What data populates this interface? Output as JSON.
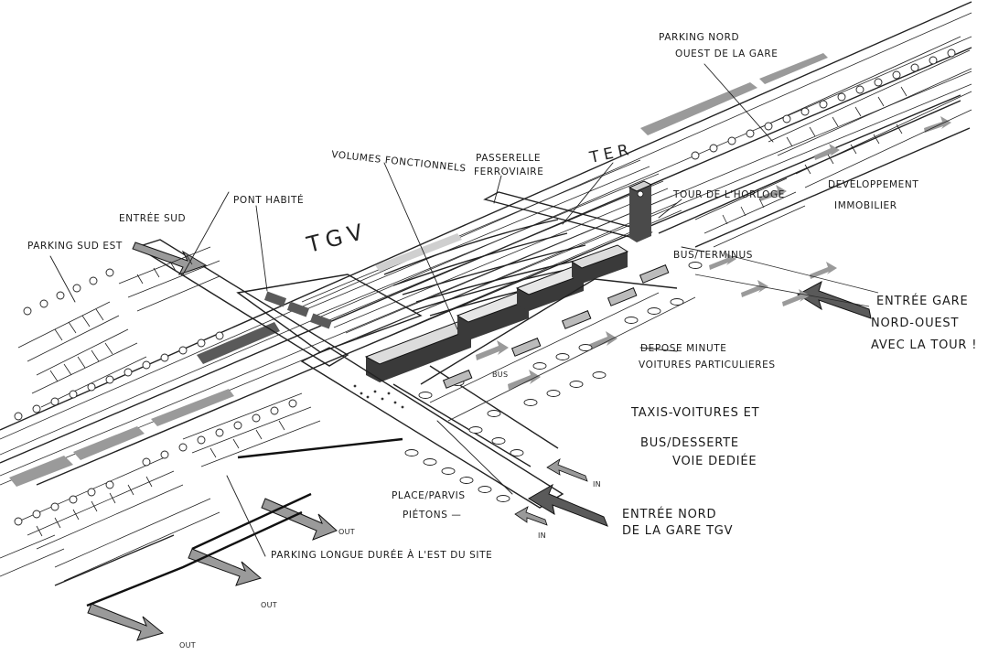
{
  "labels": {
    "parking_nord_ouest": [
      "PARKING NORD",
      "OUEST DE LA GARE"
    ],
    "volumes_fonctionnels": "VOLUMES FONCTIONNELS",
    "passerelle_ferroviaire": [
      "PASSERELLE",
      "FERROVIAIRE"
    ],
    "ter": "TER",
    "tgv": "TGV",
    "pont_habite": "PONT HABITÉ",
    "entree_sud": "ENTRÉE SUD",
    "parking_sud_est": "PARKING SUD EST",
    "tour_horloge": "TOUR DE L'HORLOGE",
    "bus_terminus": "BUS/TERMINUS",
    "developpement_immobilier": [
      "DEVELOPPEMENT",
      "IMMOBILIER"
    ],
    "entree_gare_nord_ouest": [
      "ENTRÉE GARE",
      "NORD-OUEST",
      "AVEC LA TOUR !"
    ],
    "depose_minute": [
      "DEPOSE MINUTE",
      "VOITURES PARTICULIERES"
    ],
    "taxis_voitures": [
      "TAXIS-VOITURES ET",
      "BUS/DESSERTE",
      "VOIE DEDIÉE"
    ],
    "place_parvis": [
      "PLACE/PARVIS",
      "PIÉTONS —"
    ],
    "entree_nord_tgv": [
      "ENTRÉE NORD",
      "DE LA GARE TGV"
    ],
    "parking_longue_duree": "PARKING LONGUE DURÉE À L'EST DU SITE",
    "bus_small": "BUS",
    "in_1": "IN",
    "in_2": "IN",
    "out_1": "OUT",
    "out_2": "OUT",
    "out_3": "OUT"
  }
}
